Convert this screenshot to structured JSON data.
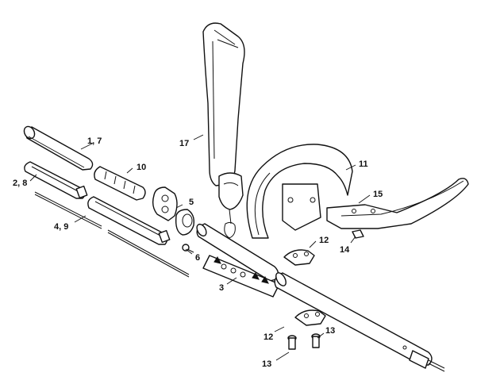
{
  "callouts": {
    "c1": "1, 7",
    "c2": "2, 8",
    "c3": "3",
    "c4": "4, 9",
    "c5": "5",
    "c6": "6",
    "c10": "10",
    "c11": "11",
    "c12a": "12",
    "c12b": "12",
    "c13a": "13",
    "c13b": "13",
    "c14": "14",
    "c15": "15",
    "c17": "17"
  }
}
